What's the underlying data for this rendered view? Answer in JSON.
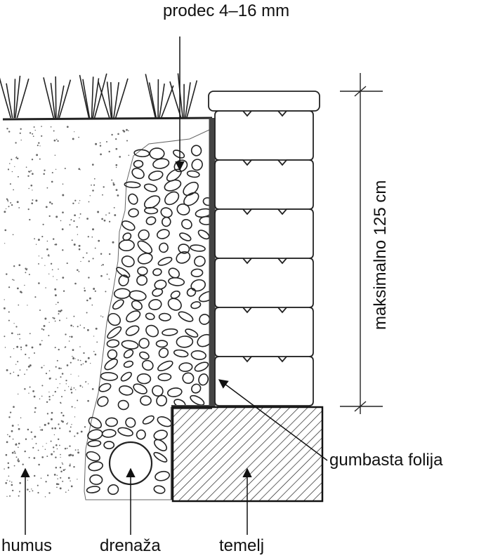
{
  "labels": {
    "gravel": "prodec 4–16 mm",
    "humus": "humus",
    "drainage": "drenaža",
    "foundation": "temelj",
    "foil": "gumbasta folija",
    "height": "maksimalno 125 cm"
  },
  "colors": {
    "ink": "#111111",
    "foil": "#555555",
    "soil_dots": "#666666"
  }
}
